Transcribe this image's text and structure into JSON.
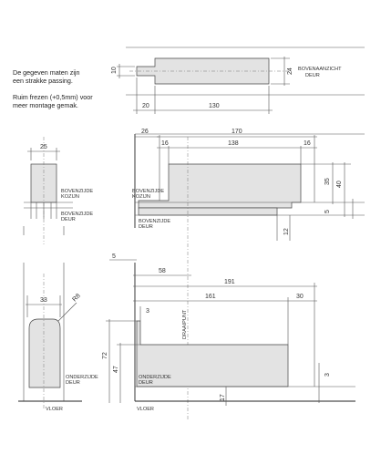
{
  "notes": {
    "line1": "De gegeven maten zijn",
    "line2": "een strakke passing.",
    "line3": "Ruim frezen (+0,5mm) voor",
    "line4": "meer montage gemak."
  },
  "labels": {
    "bovenaanzicht_1": "BOVENAANZICHT",
    "bovenaanzicht_2": "DEUR",
    "bovenzijde_kozijn_1": "BOVENZIJDE",
    "bovenzijde_kozijn_2": "KOZIJN",
    "bovenzijde_deur_1": "BOVENZIJDE",
    "bovenzijde_deur_2": "DEUR",
    "onderzijde_deur_1": "ONDERZIJDE",
    "onderzijde_deur_2": "DEUR",
    "vloer": "VLOER",
    "draaipunt": "DRAAIPUNT"
  },
  "dimensions": {
    "top_10": "10",
    "top_24": "24",
    "top_20": "20",
    "top_130": "130",
    "side_25": "25",
    "mid_26": "26",
    "mid_170": "170",
    "mid_16a": "16",
    "mid_138": "138",
    "mid_16b": "16",
    "mid_35": "35",
    "mid_40": "40",
    "mid_5": "5",
    "mid_12": "12",
    "low_5": "5",
    "low_58": "58",
    "low_191": "191",
    "low_161": "161",
    "low_30": "30",
    "low_3": "3",
    "low_72": "72",
    "low_47": "47",
    "low_3b": "3",
    "low_17": "17",
    "left_33": "33",
    "left_r8": "R8"
  },
  "colors": {
    "fill": "#e3e3e3",
    "line": "#444444"
  }
}
